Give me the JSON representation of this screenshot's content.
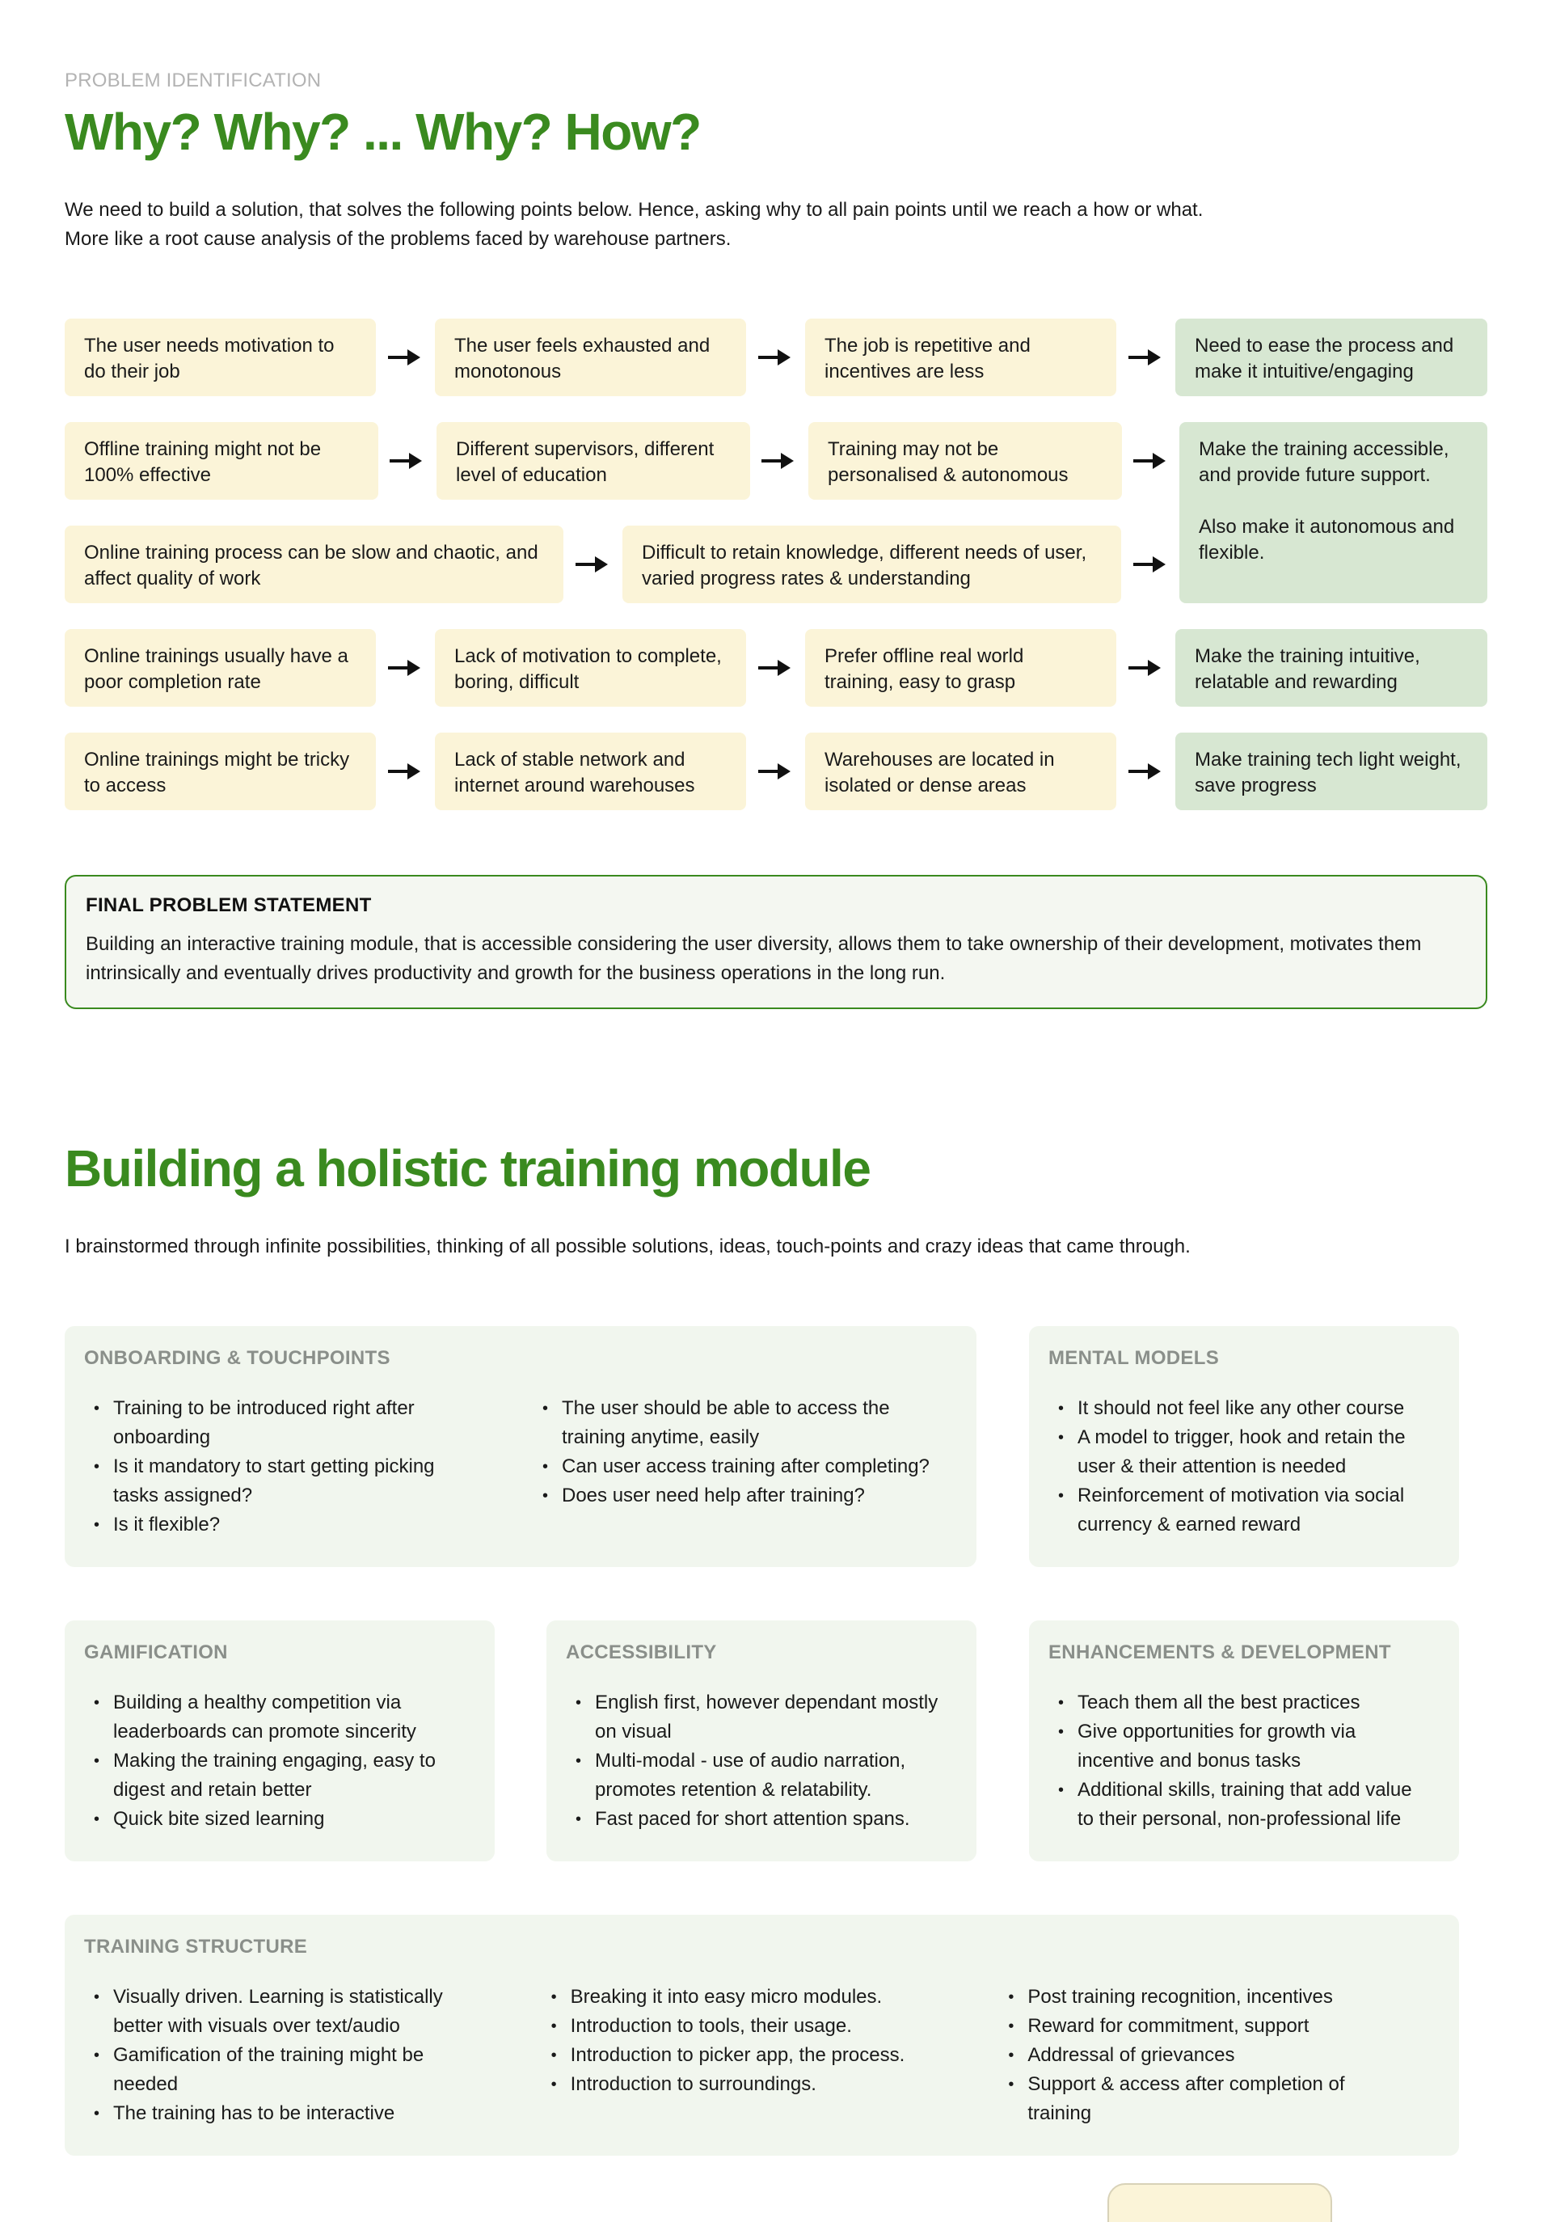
{
  "section1": {
    "eyebrow": "PROBLEM IDENTIFICATION",
    "title": "Why? Why? ... Why? How?",
    "intro_line1": "We need to build a solution, that solves the following points below. Hence, asking why to all pain points until we reach a how or what.",
    "intro_line2": "More like a root cause analysis of the problems faced by warehouse partners."
  },
  "flow": {
    "row1": [
      "The user needs motivation to do their job",
      "The user feels exhausted and monotonous",
      "The job is repetitive and incentives are less",
      "Need to ease the process and make it intuitive/engaging"
    ],
    "row2": [
      "Offline training might not be 100% effective",
      "Different supervisors, different level of education",
      "Training may not be personalised & autonomous"
    ],
    "row3": [
      "Online training process can be slow and chaotic, and affect quality of work",
      "Difficult to retain knowledge, different needs of user, varied progress rates & understanding"
    ],
    "merged_p1": "Make the training accessible, and provide future support.",
    "merged_p2": "Also make it autonomous and flexible.",
    "row4": [
      "Online trainings usually have a poor completion rate",
      "Lack of motivation to complete, boring, difficult",
      "Prefer offline real world training, easy to grasp",
      "Make the training intuitive, relatable and rewarding"
    ],
    "row5": [
      "Online trainings might be tricky to access",
      "Lack of stable network and internet around warehouses",
      "Warehouses are located in isolated or dense areas",
      "Make training tech light weight, save progress"
    ]
  },
  "final_statement": {
    "title": "FINAL PROBLEM STATEMENT",
    "text": "Building an interactive training module, that is accessible considering the user diversity, allows them to take ownership of their development, motivates them intrinsically and eventually drives productivity and growth for the business operations in the long run."
  },
  "section2": {
    "title": "Building a holistic training module",
    "intro": "I brainstormed through infinite possibilities, thinking of all possible solutions, ideas, touch-points and crazy ideas that came through."
  },
  "cards": {
    "onboarding": {
      "title": "ONBOARDING & TOUCHPOINTS",
      "col1": [
        "Training to be introduced right after onboarding",
        "Is it mandatory to start getting picking tasks assigned?",
        "Is it flexible?"
      ],
      "col2": [
        "The user should be able to access the training anytime, easily",
        "Can user access training after completing?",
        "Does user need help after training?"
      ]
    },
    "mental": {
      "title": "MENTAL MODELS",
      "items": [
        "It should not feel like any other course",
        "A model to trigger, hook and retain the user & their attention is needed",
        "Reinforcement of motivation via social currency & earned reward"
      ]
    },
    "gamification": {
      "title": "GAMIFICATION",
      "items": [
        "Building a healthy competition via leaderboards can promote sincerity",
        "Making the training engaging, easy to digest and retain better",
        "Quick bite sized learning"
      ]
    },
    "accessibility": {
      "title": "ACCESSIBILITY",
      "items": [
        "English first, however dependant mostly on visual",
        "Multi-modal - use of audio narration, promotes retention & relatability.",
        "Fast paced for short attention spans."
      ]
    },
    "enhancements": {
      "title": "ENHANCEMENTS & DEVELOPMENT",
      "items": [
        "Teach them all the best practices",
        "Give opportunities for growth via incentive and bonus tasks",
        "Additional skills, training that add value to their personal, non-professional life"
      ]
    },
    "structure": {
      "title": "TRAINING STRUCTURE",
      "col1": [
        "Visually driven. Learning is statistically better with visuals over text/audio",
        "Gamification of the training might be needed",
        "The training has to be interactive"
      ],
      "col2": [
        "Breaking it into easy micro modules.",
        "Introduction to tools, their usage.",
        "Introduction to picker app, the process.",
        "Introduction to surroundings."
      ],
      "col3": [
        "Post training recognition, incentives",
        "Reward for commitment, support",
        "Addressal of grievances",
        "Support & access after completion of training"
      ]
    }
  },
  "colors": {
    "accent_green": "#3a8a1f",
    "problem_yellow": "#fbf4d8",
    "solution_green": "#d7e7d2",
    "card_bg": "#f1f6ee"
  }
}
